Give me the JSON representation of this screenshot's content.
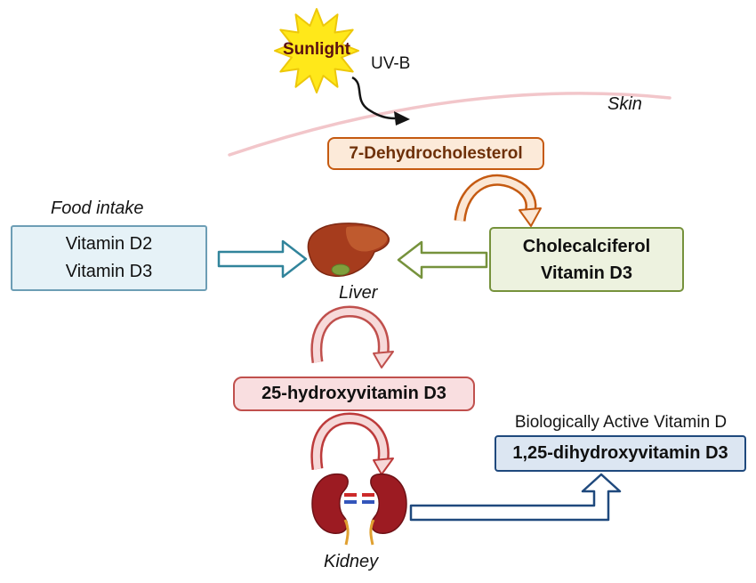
{
  "labels": {
    "sunlight": "Sunlight",
    "uv_b": "UV-B",
    "skin": "Skin",
    "food_intake": "Food intake",
    "liver": "Liver",
    "kidney": "Kidney",
    "biologically_active": "Biologically Active Vitamin D"
  },
  "boxes": {
    "dehydrocholesterol": {
      "label": "7-Dehydrocholesterol"
    },
    "cholecalciferol": {
      "line1": "Cholecalciferol",
      "line2": "Vitamin D3"
    },
    "food_vitamins": {
      "line1": "Vitamin D2",
      "line2": "Vitamin D3"
    },
    "hydroxyvitamin": {
      "label": "25-hydroxyvitamin D3"
    },
    "dihydroxyvitamin": {
      "label": "1,25-dihydroxyvitamin D3"
    }
  },
  "colors": {
    "sun_fill": "#ffe81a",
    "skin_line": "#f2c6ca",
    "orange_accent": "#c55a11",
    "olive_accent": "#76923c",
    "teal_accent": "#31849b",
    "red_accent": "#c0504d",
    "navy_accent": "#1f497d",
    "liver_color": "#a63c1d",
    "kidney_color": "#9c1b22"
  }
}
